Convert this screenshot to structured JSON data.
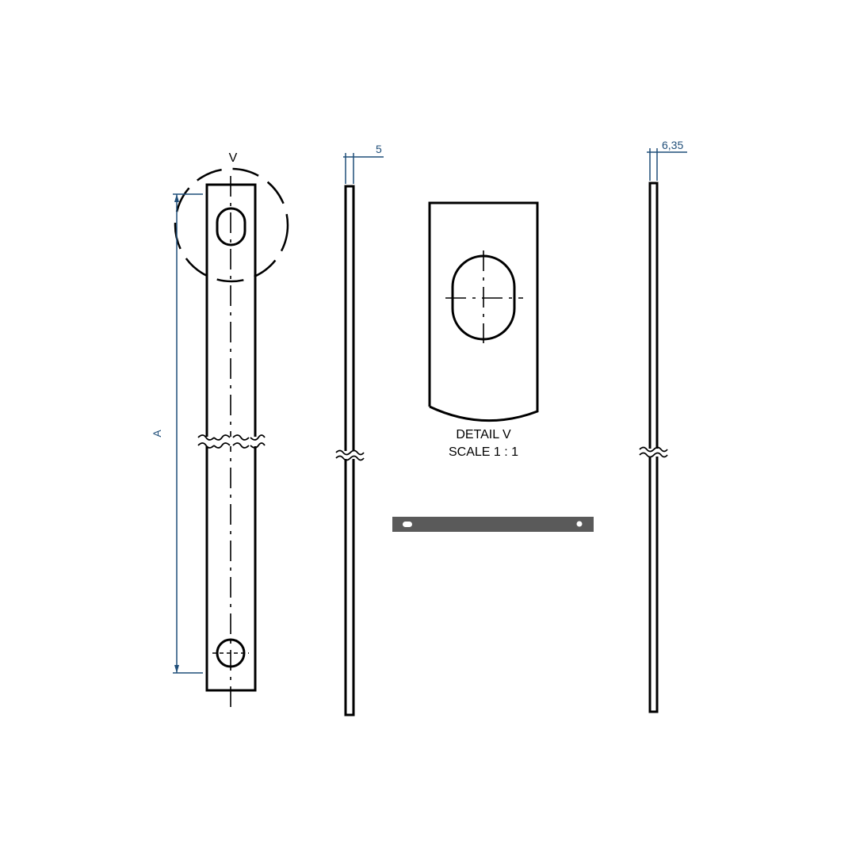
{
  "drawing": {
    "detail_marker": "V",
    "dimension_length_label": "A",
    "dimension_thickness_1": "5",
    "dimension_thickness_2": "6,35",
    "detail_title": "DETAIL V",
    "detail_scale": "SCALE 1 : 1"
  },
  "colors": {
    "line": "#000000",
    "dimension": "#1f4e79",
    "preview_bar": "#5a5a5a"
  }
}
